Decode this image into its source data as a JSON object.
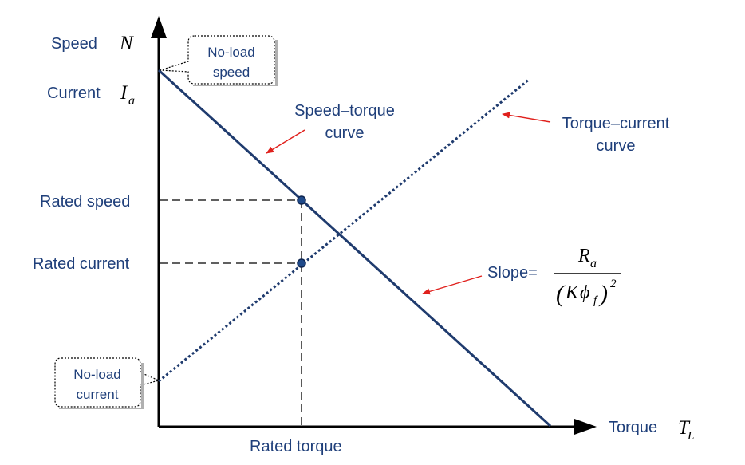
{
  "colors": {
    "line": "#1f3b6e",
    "label": "#1f3f7a",
    "arrow_red": "#e0201c",
    "axis": "#000000"
  },
  "axes": {
    "y_label_speed": "Speed",
    "y_symbol_speed": "N",
    "y_label_current": "Current",
    "y_symbol_current_main": "I",
    "y_symbol_current_sub": "a",
    "x_label": "Torque",
    "x_symbol_main": "T",
    "x_symbol_sub": "L"
  },
  "levels": {
    "rated_speed": "Rated speed",
    "rated_current": "Rated current",
    "rated_torque": "Rated torque"
  },
  "callouts": {
    "no_load_speed_line1": "No-load",
    "no_load_speed_line2": "speed",
    "no_load_current_line1": "No-load",
    "no_load_current_line2": "current"
  },
  "curves": {
    "speed_torque_line1": "Speed–torque",
    "speed_torque_line2": "curve",
    "torque_current_line1": "Torque–current",
    "torque_current_line2": "curve"
  },
  "slope": {
    "label": "Slope=",
    "numerator_main": "R",
    "numerator_sub": "a",
    "denominator_open": "(",
    "denominator_K": "K",
    "denominator_phi": "ϕ",
    "denominator_phi_sub": "f",
    "denominator_close": ")",
    "denominator_exp": "2"
  }
}
